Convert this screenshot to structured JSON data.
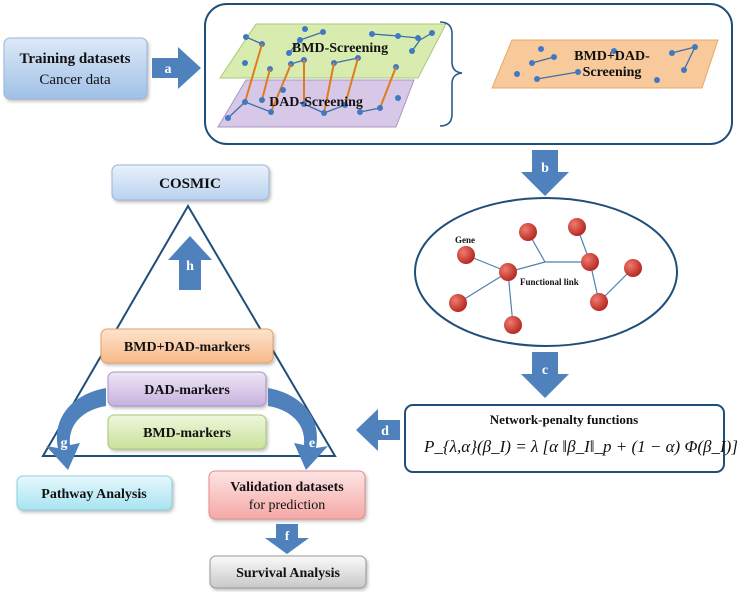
{
  "boxes": {
    "training_line1": "Training datasets",
    "training_line2": "Cancer data",
    "bmd_screening": "BMD-Screening",
    "dad_screening": "DAD-Screening",
    "combined_screening_line1": "BMD+DAD-",
    "combined_screening_line2": "Screening",
    "cosmic": "COSMIC",
    "bmd_dad_markers": "BMD+DAD-markers",
    "dad_markers": "DAD-markers",
    "bmd_markers": "BMD-markers",
    "pathway_analysis": "Pathway Analysis",
    "validation_line1": "Validation datasets",
    "validation_line2": "for prediction",
    "survival_analysis": "Survival Analysis",
    "network_penalty_title": "Network-penalty functions",
    "formula": "P_{λ,α}(β_I) = λ [α ‖β_I‖_p + (1 − α) Φ(β_I)]"
  },
  "network": {
    "gene_label": "Gene",
    "link_label": "Functional link"
  },
  "arrows": {
    "a": "a",
    "b": "b",
    "c": "c",
    "d": "d",
    "e": "e",
    "f": "f",
    "g": "g",
    "h": "h"
  },
  "colors": {
    "arrow_blue": "#4f81bd",
    "border_blue": "#1f4e79",
    "node_red": "#c0392b",
    "screen_green": "#d9ecb0",
    "screen_purple": "#d8c8e8",
    "screen_orange": "#f8c99a"
  }
}
